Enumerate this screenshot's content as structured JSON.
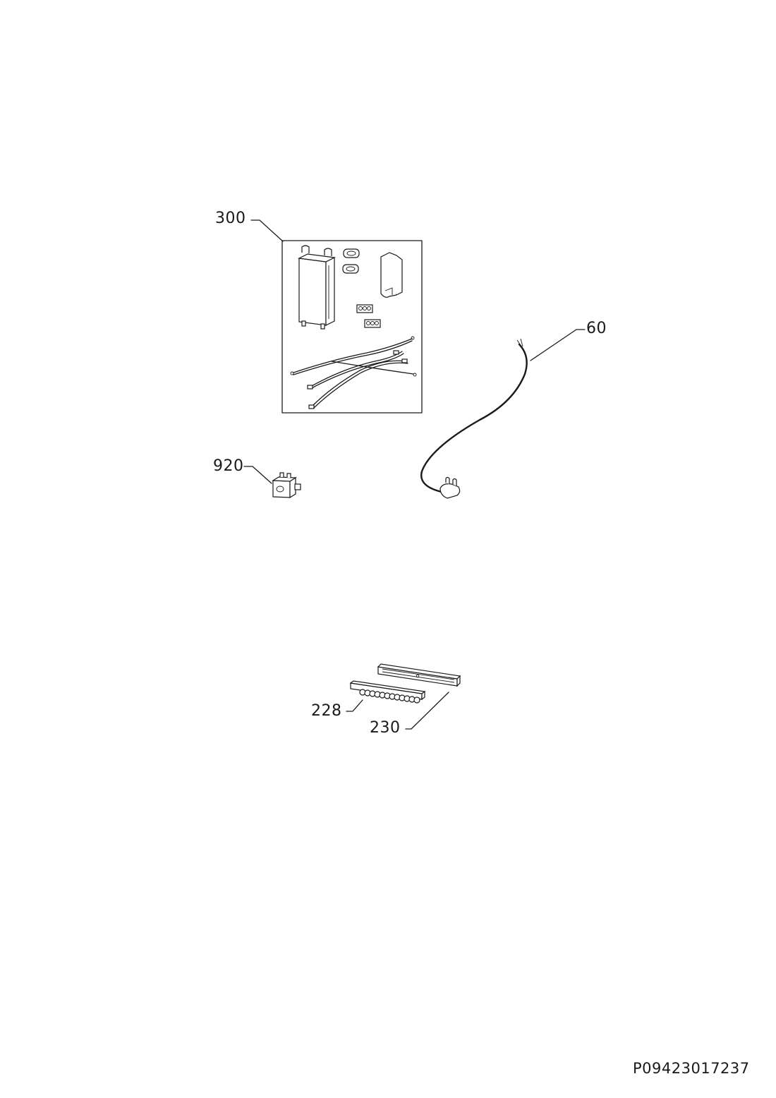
{
  "callouts": {
    "kit": "300",
    "cable": "60",
    "block": "920",
    "knobs": "228",
    "panel": "230"
  },
  "document_number": "P09423017237",
  "line_color": "#1a1a1a",
  "background": "#ffffff"
}
